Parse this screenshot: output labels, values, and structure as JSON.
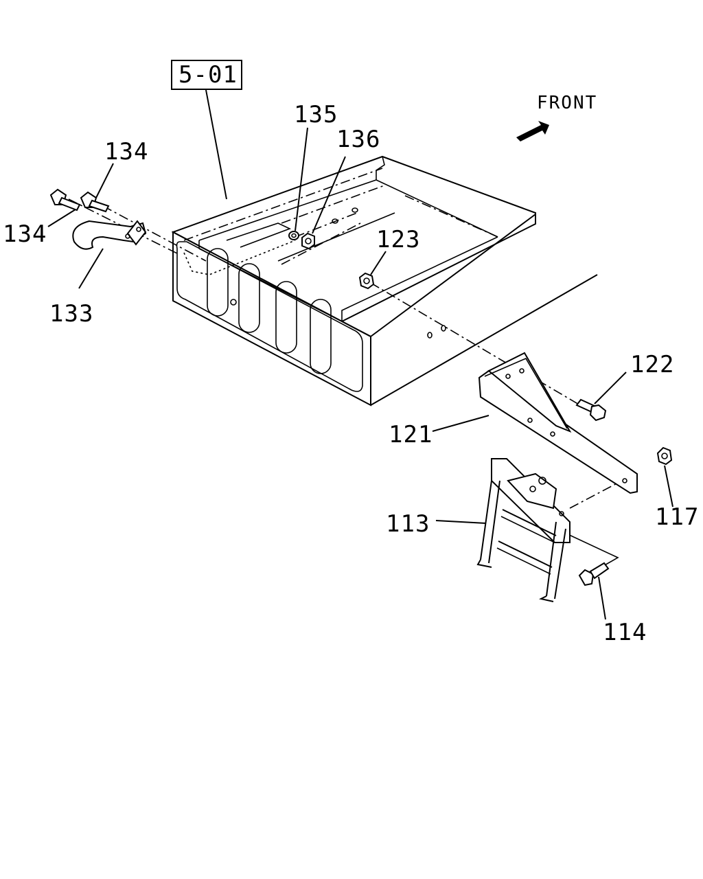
{
  "diagram": {
    "ref_box": "5-01",
    "front_label": "FRONT",
    "callouts": {
      "c133": "133",
      "c134a": "134",
      "c134b": "134",
      "c135": "135",
      "c136": "136",
      "c123": "123",
      "c122": "122",
      "c121": "121",
      "c117": "117",
      "c113": "113",
      "c114": "114"
    }
  }
}
